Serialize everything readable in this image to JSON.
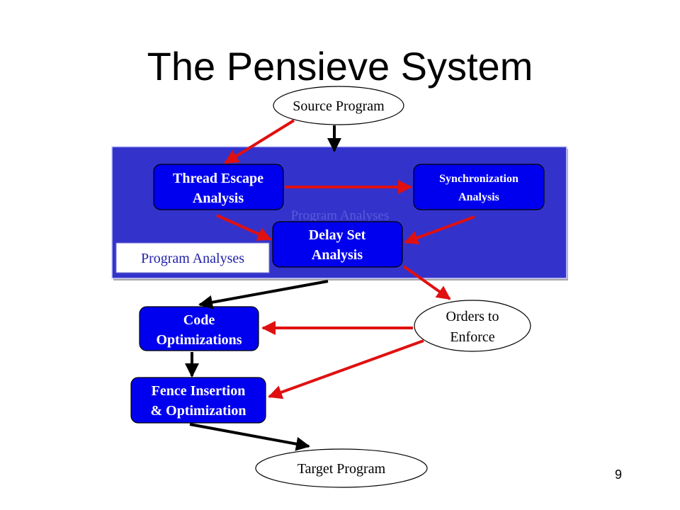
{
  "slide": {
    "title": "The Pensieve System",
    "page_number": "9"
  },
  "diagram": {
    "group": {
      "label": "Program Analyses",
      "ghost_label": "Program Analyses",
      "fill": "#3333cc"
    },
    "nodes": {
      "source_program": "Source Program",
      "thread_escape": [
        "Thread Escape",
        "Analysis"
      ],
      "synchronization": [
        "Synchronization",
        "Analysis"
      ],
      "delay_set": [
        "Delay Set",
        "Analysis"
      ],
      "code_optimizations": [
        "Code",
        "Optimizations"
      ],
      "orders_to_enforce": [
        "Orders to",
        "Enforce"
      ],
      "fence_insertion": [
        "Fence Insertion",
        "& Optimization"
      ],
      "target_program": "Target Program"
    },
    "colors": {
      "box_fill": "#0000ee",
      "arrow_red": "#e01010",
      "arrow_black": "#000000"
    }
  }
}
